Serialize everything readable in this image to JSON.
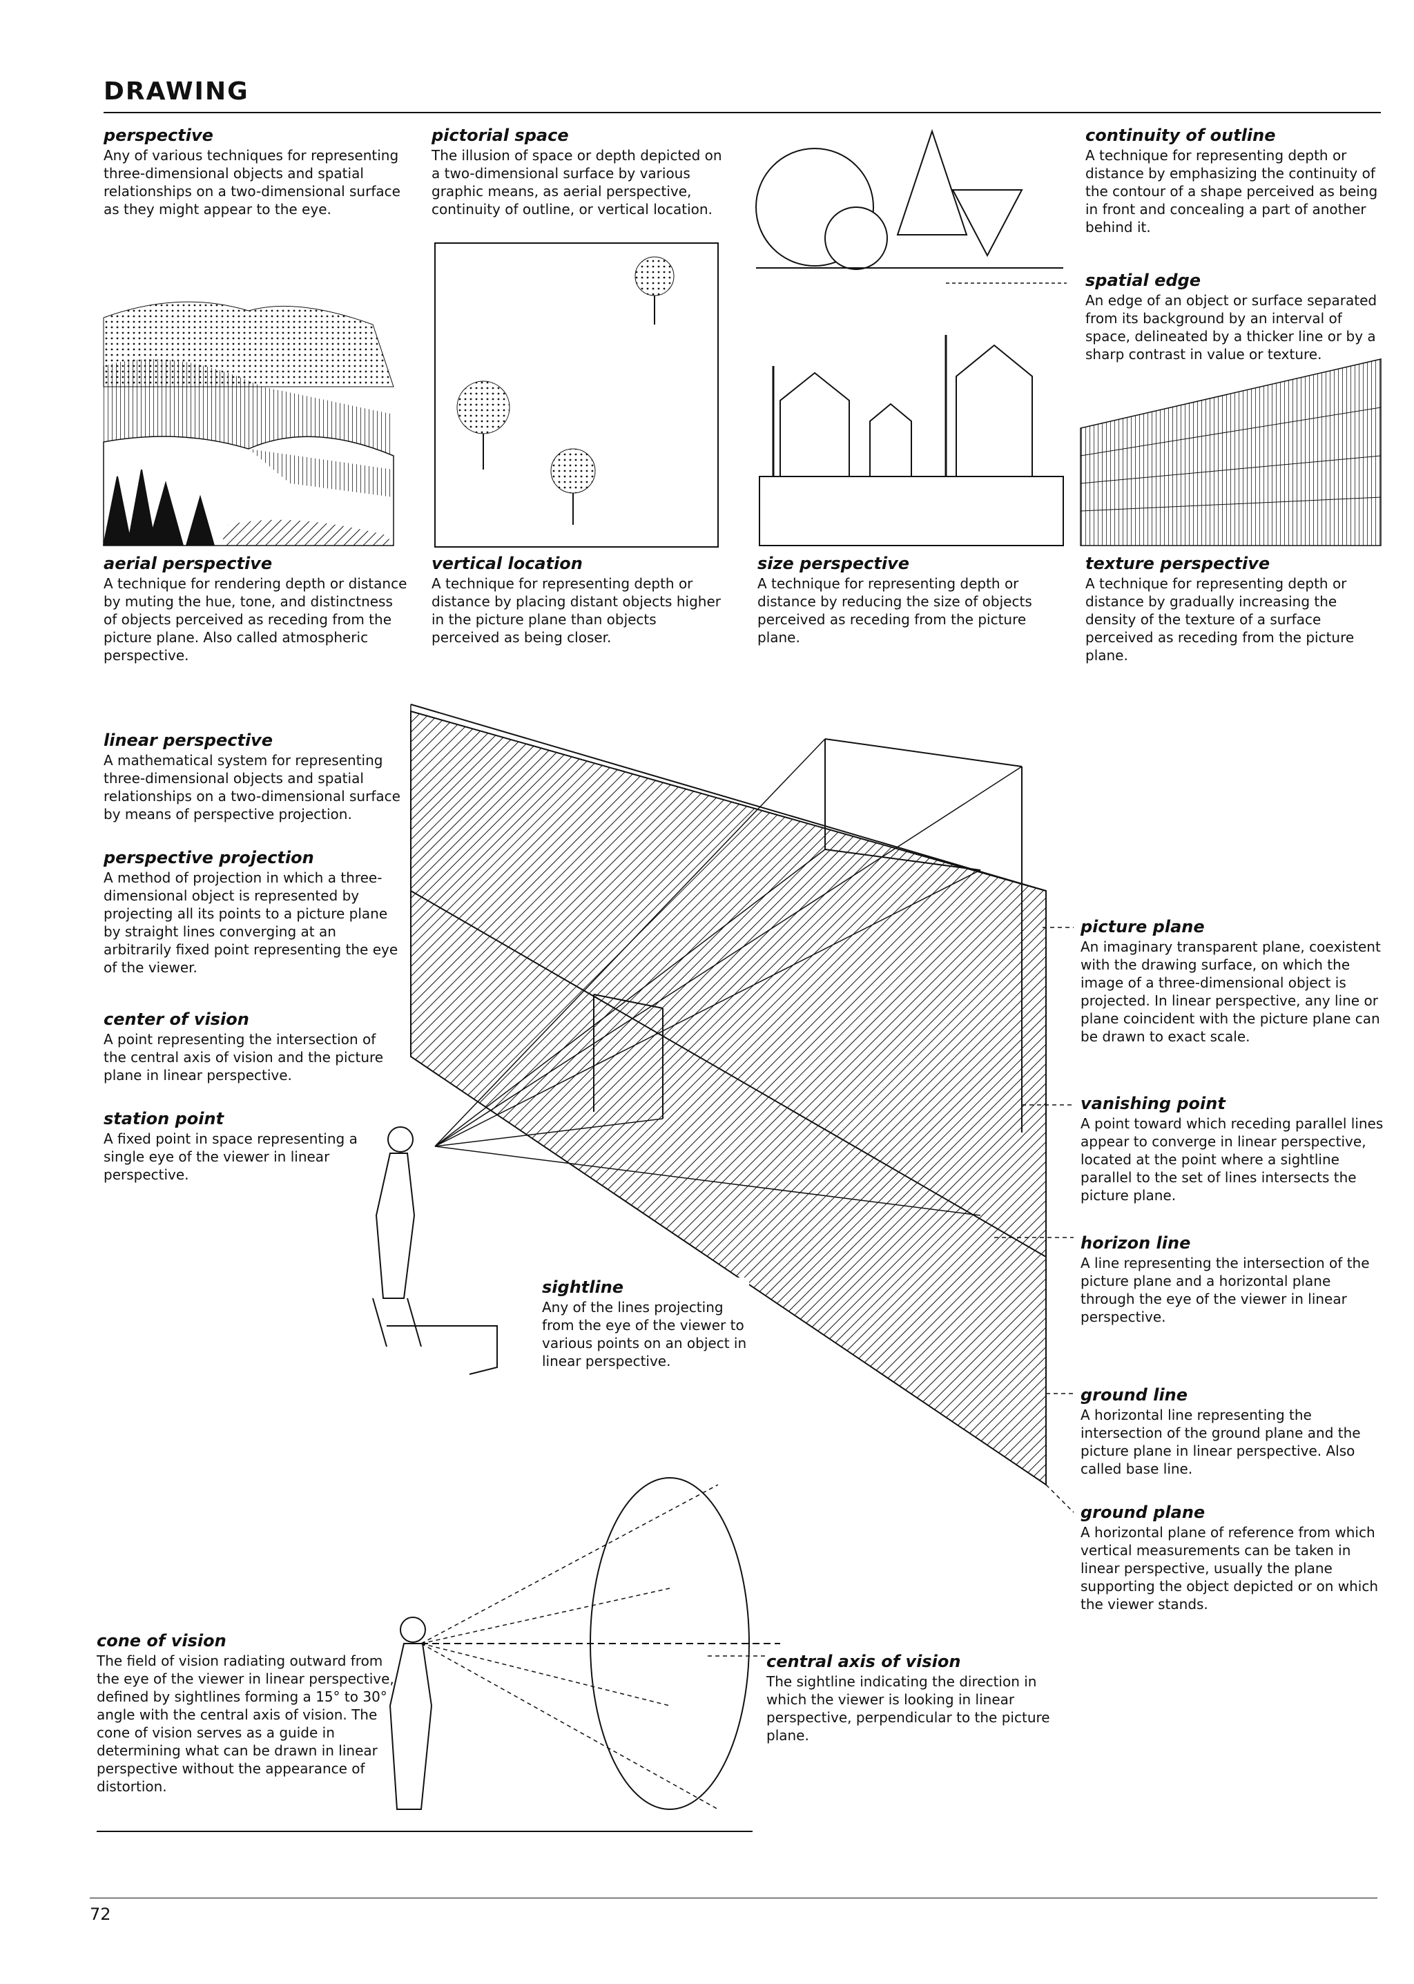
{
  "header": {
    "section": "DRAWING",
    "page_number": "72"
  },
  "top_row": [
    {
      "id": "perspective",
      "term": "perspective",
      "definition": "Any of various techniques for representing three-dimensional objects and spatial relationships on a two-dimensional surface as they might appear to the eye."
    },
    {
      "id": "pictorial-space",
      "term": "pictorial space",
      "definition": "The illusion of space or depth depicted on a two-dimensional surface by various graphic means, as aerial perspective, continuity of outline, or vertical location."
    },
    {
      "id": "continuity-of-outline",
      "term": "continuity of outline",
      "definition": "A technique for representing depth or distance by emphasizing the continuity of the contour of a shape perceived as being in front and concealing a part of another behind it."
    },
    {
      "id": "spatial-edge",
      "term": "spatial edge",
      "definition": "An edge of an object or surface separated from its background by an interval of space, delineated by a thicker line or by a sharp contrast in value or texture."
    }
  ],
  "caption_row": [
    {
      "id": "aerial-perspective",
      "term": "aerial perspective",
      "definition": "A technique for rendering depth or distance by muting the hue, tone, and distinctness of objects perceived as receding from the picture plane. Also called atmospheric perspective."
    },
    {
      "id": "vertical-location",
      "term": "vertical location",
      "definition": "A technique for representing depth or distance by placing distant objects higher in the picture plane than objects perceived as being closer."
    },
    {
      "id": "size-perspective",
      "term": "size perspective",
      "definition": "A technique for representing depth or distance by reducing the size of objects perceived as receding from the picture plane."
    },
    {
      "id": "texture-perspective",
      "term": "texture perspective",
      "definition": "A technique for representing depth or distance by gradually increasing the density of the texture of a surface perceived as receding from the picture plane."
    }
  ],
  "left_column": [
    {
      "id": "linear-perspective",
      "term": "linear perspective",
      "definition": "A mathematical system for representing three-dimensional objects and spatial relationships on a two-dimensional surface by means of perspective projection."
    },
    {
      "id": "perspective-projection",
      "term": "perspective projection",
      "definition": "A method of projection in which a three-dimensional object is represented by projecting all its points to a picture plane by straight lines converging at an arbitrarily fixed point representing the eye of the viewer."
    },
    {
      "id": "center-of-vision",
      "term": "center of vision",
      "definition": "A point representing the intersection of the central axis of vision and the picture plane in linear perspective."
    },
    {
      "id": "station-point",
      "term": "station point",
      "definition": "A fixed point in space representing a single eye of the viewer in linear perspective."
    }
  ],
  "right_column": [
    {
      "id": "picture-plane",
      "term": "picture plane",
      "definition": "An imaginary transparent plane, coexistent with the drawing surface, on which the image of a three-dimensional object is projected. In linear perspective, any line or plane coincident with the picture plane can be drawn to exact scale."
    },
    {
      "id": "vanishing-point",
      "term": "vanishing point",
      "definition": "A point toward which receding parallel lines appear to converge in linear perspective, located at the point where a sightline parallel to the set of lines intersects the picture plane."
    },
    {
      "id": "horizon-line",
      "term": "horizon line",
      "definition": "A line representing the intersection of the picture plane and a horizontal plane through the eye of the viewer in linear perspective."
    },
    {
      "id": "ground-line",
      "term": "ground line",
      "definition": "A horizontal line representing the intersection of the ground plane and the picture plane in linear perspective. Also called base line."
    },
    {
      "id": "ground-plane",
      "term": "ground plane",
      "definition": "A horizontal plane of reference from which vertical measurements can be taken in linear perspective, usually the plane supporting the object depicted or on which the viewer stands."
    }
  ],
  "center_notes": [
    {
      "id": "sightline",
      "term": "sightline",
      "definition": "Any of the lines projecting from the eye of the viewer to various points on an object in linear perspective."
    },
    {
      "id": "central-axis-of-vision",
      "term": "central axis of vision",
      "definition": "The sightline indicating the direction in which the viewer is looking in linear perspective, perpendicular to the picture plane."
    },
    {
      "id": "cone-of-vision",
      "term": "cone of vision",
      "definition": "The field of vision radiating outward from the eye of the viewer in linear perspective, defined by sightlines forming a 15° to 30° angle with the central axis of vision. The cone of vision serves as a guide in determining what can be drawn in linear perspective without the appearance of distortion."
    }
  ]
}
